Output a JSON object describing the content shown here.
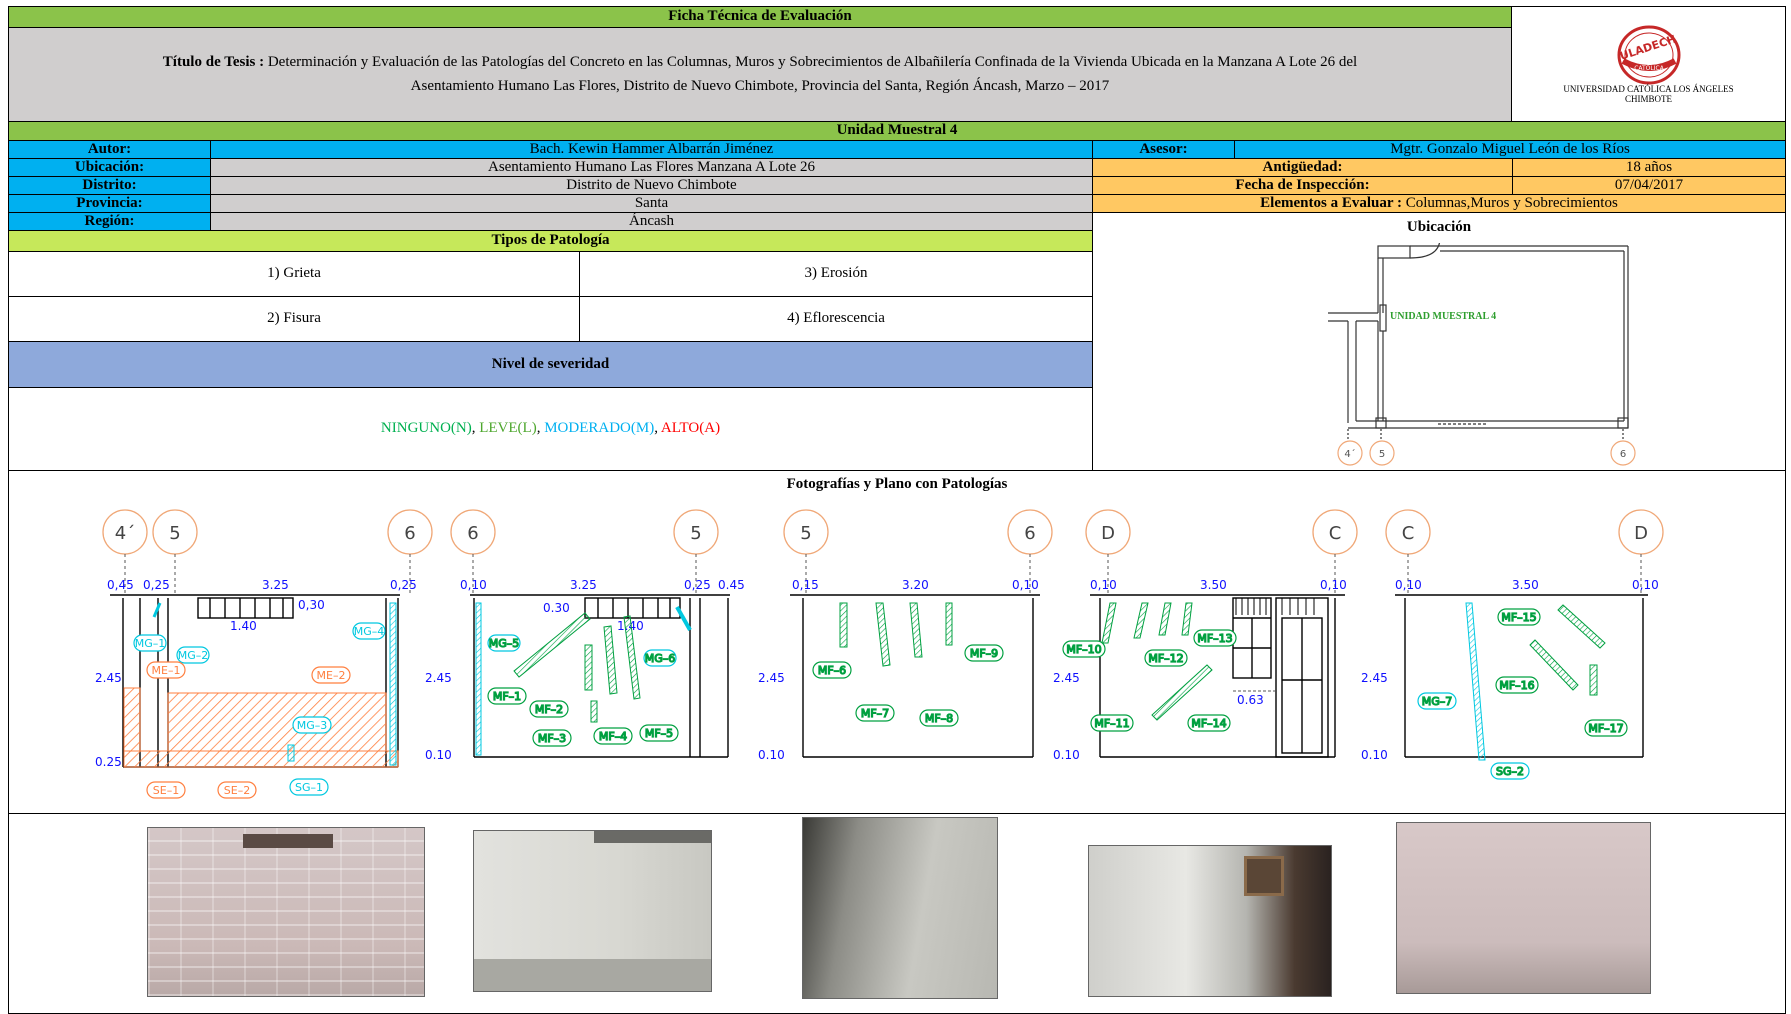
{
  "header": {
    "title": "Ficha Técnica  de Evaluación",
    "thesis_label": "Título de Tesis :",
    "thesis_line1": "Determinación y Evaluación de las Patologías del Concreto en las Columnas, Muros y Sobrecimientos de Albañilería Confinada de la Vivienda Ubicada en la Manzana A Lote 26 del",
    "thesis_line2": "Asentamiento Humano Las Flores, Distrito de Nuevo Chimbote, Provincia del Santa, Región Áncash, Marzo – 2017",
    "logo_text": "ULADECH",
    "logo_sub": "CATÓLICA",
    "logo_caption1": "UNIVERSIDAD CATÓLICA LOS ÁNGELES",
    "logo_caption2": "CHIMBOTE"
  },
  "unit": "Unidad Muestral 4",
  "info": {
    "autor_label": "Autor:",
    "autor": "Bach. Kewin Hammer Albarrán Jiménez",
    "asesor_label": "Asesor:",
    "asesor": "Mgtr. Gonzalo Miguel León de los Ríos",
    "ubicacion_label": "Ubicación:",
    "ubicacion": "Asentamiento Humano Las Flores Manzana A Lote 26",
    "antiguedad_label": "Antigüedad:",
    "antiguedad": "18 años",
    "distrito_label": "Distrito:",
    "distrito": "Distrito de Nuevo Chimbote",
    "fecha_label": "Fecha de Inspección:",
    "fecha": "07/04/2017",
    "provincia_label": "Provincia:",
    "provincia": "Santa",
    "elementos_label": "Elementos a Evaluar :",
    "elementos": " Columnas,Muros y Sobrecimientos",
    "region_label": "Región:",
    "region": "Áncash"
  },
  "patologia": {
    "title": "Tipos de  Patología",
    "items": [
      "1) Grieta",
      "3) Erosión",
      "2) Fisura",
      "4) Eflorescencia"
    ]
  },
  "severidad": {
    "title": "Nivel de severidad",
    "levels": [
      {
        "text": "NINGUNO(N)",
        "color": "#00b050"
      },
      {
        "text": ", ",
        "color": "#000000"
      },
      {
        "text": "LEVE(L)",
        "color": "#4ea72e"
      },
      {
        "text": ", ",
        "color": "#000000"
      },
      {
        "text": "MODERADO(M)",
        "color": "#00b0f0"
      },
      {
        "text": ", ",
        "color": "#000000"
      },
      {
        "text": "ALTO(A)",
        "color": "#ff0000"
      }
    ]
  },
  "ubicacion_plan": {
    "title": "Ubicación",
    "label": "UNIDAD MUESTRAL 4",
    "axes": [
      "4´",
      "5",
      "6"
    ]
  },
  "plans": {
    "title": "Fotografías y Plano con Patologías",
    "panel1": {
      "axes": [
        "4´",
        "5",
        "6"
      ],
      "dims": [
        "0,45",
        "0,25",
        "3.25",
        "0,25",
        "0,30",
        "1.40",
        "2.45",
        "0.25"
      ],
      "tags": [
        "MG–1",
        "MG–2",
        "MG–4",
        "ME–1",
        "ME–2",
        "MG–3",
        "SE–1",
        "SE–2",
        "SG–1"
      ]
    },
    "panel2": {
      "axes": [
        "6",
        "5"
      ],
      "dims": [
        "0,10",
        "3.25",
        "0,25",
        "0.45",
        "0.30",
        "1.40",
        "2.45",
        "0.10"
      ],
      "tags": [
        "MG–5",
        "MG–6",
        "MF–1",
        "MF–2",
        "MF–3",
        "MF–4",
        "MF–5"
      ]
    },
    "panel3": {
      "axes": [
        "5",
        "6"
      ],
      "dims": [
        "0,15",
        "3.20",
        "0,10",
        "2.45",
        "0.10"
      ],
      "tags": [
        "MF–6",
        "MF–7",
        "MF–8",
        "MF–9"
      ]
    },
    "panel4": {
      "axes": [
        "D",
        "C"
      ],
      "dims": [
        "0,10",
        "3.50",
        "0,10",
        "2.45",
        "0.10",
        "0.63"
      ],
      "tags": [
        "MF–10",
        "MF–12",
        "MF–13",
        "MF–11",
        "MF–14"
      ]
    },
    "panel5": {
      "axes": [
        "C",
        "D"
      ],
      "dims": [
        "0,10",
        "3.50",
        "0,10",
        "2.45",
        "0.10"
      ],
      "tags": [
        "MF–15",
        "MF–16",
        "MG–7",
        "MF–17",
        "SG–2"
      ]
    }
  },
  "colors": {
    "green_header": "#8bc34a",
    "blue_label": "#00b0f0",
    "grey_value": "#d0cece",
    "orange_label": "#ffc862",
    "lime_header": "#c6e85a",
    "steel_header": "#8ea9db",
    "fisura_green": "#00c853",
    "grieta_cyan": "#00e5ee",
    "eflorescencia_orange": "#ff7f3f",
    "dim_blue": "#1010ff"
  }
}
